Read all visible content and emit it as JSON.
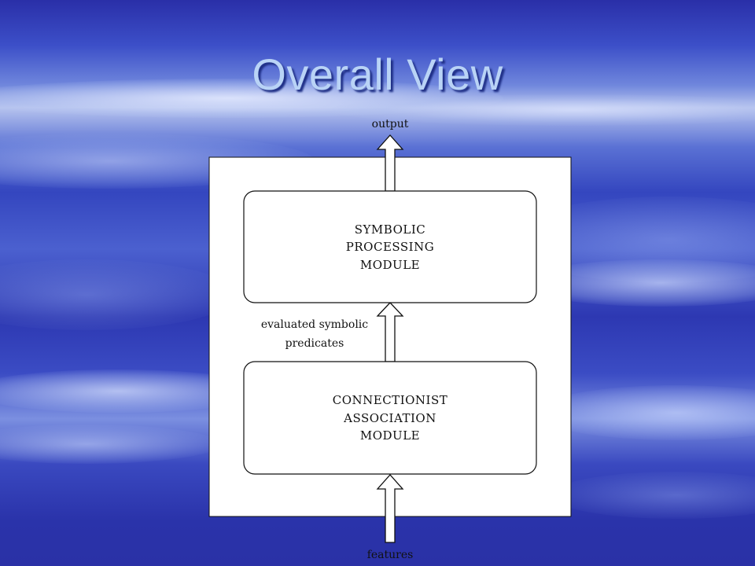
{
  "slide": {
    "title": "Overall View"
  },
  "diagram": {
    "output_label": "output",
    "features_label": "features",
    "symbolic_module": {
      "line1": "SYMBOLIC",
      "line2": "PROCESSING",
      "line3": "MODULE"
    },
    "connectionist_module": {
      "line1": "CONNECTIONIST",
      "line2": "ASSOCIATION",
      "line3": "MODULE"
    },
    "middle_label": {
      "line1": "evaluated symbolic",
      "line2": "predicates"
    }
  },
  "colors": {
    "title": "#b9d3f6",
    "panel": "#ffffff",
    "line": "#111111"
  }
}
